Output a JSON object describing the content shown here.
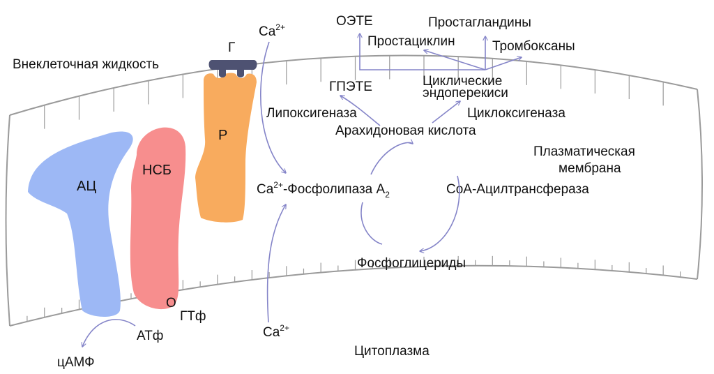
{
  "colors": {
    "membrane_stroke": "#9a9a9a",
    "arrow": "#8484c8",
    "adenylate_cyclase": "#9db8f5",
    "g_protein": "#f78e8e",
    "receptor": "#f8ab5e",
    "hormone": "#4e5272"
  },
  "regions": {
    "extracellular": "Внеклеточная жидкость",
    "membrane_line1": "Плазматическая",
    "membrane_line2": "мембрана",
    "cytoplasm": "Цитоплазма"
  },
  "proteins": {
    "hormone": "Г",
    "receptor": "Р",
    "g_protein": "НСБ",
    "adenylate_cyclase": "АЦ"
  },
  "small": {
    "atp": "АТф",
    "camp": "цАМФ",
    "o_mark": "О",
    "gtp": "ГТф"
  },
  "calcium": {
    "base": "Ca",
    "charge": "2+",
    "phospholipase": "-Фосфолипаза  А",
    "phospholipase_sub": "2"
  },
  "cycle": {
    "acyltransferase": "CoA-Ацилтрансфераза",
    "phosphoglycerides": "Фосфоглицериды",
    "arachidonic": "Арахидоновая кислота"
  },
  "enzymes": {
    "lipoxygenase": "Липоксигеназа",
    "cyclooxygenase": "Циклоксигеназа"
  },
  "products": {
    "gpete": "ГПЭТЕ",
    "cyclic_line1": "Циклические",
    "cyclic_line2": "эндоперекиси",
    "oete": "ОЭТЕ",
    "prostacyclin": "Простациклин",
    "prostaglandins": "Простагландины",
    "thromboxanes": "Тромбоксаны"
  },
  "icons": [
    "arrow-icon",
    "membrane-tick-icon"
  ]
}
